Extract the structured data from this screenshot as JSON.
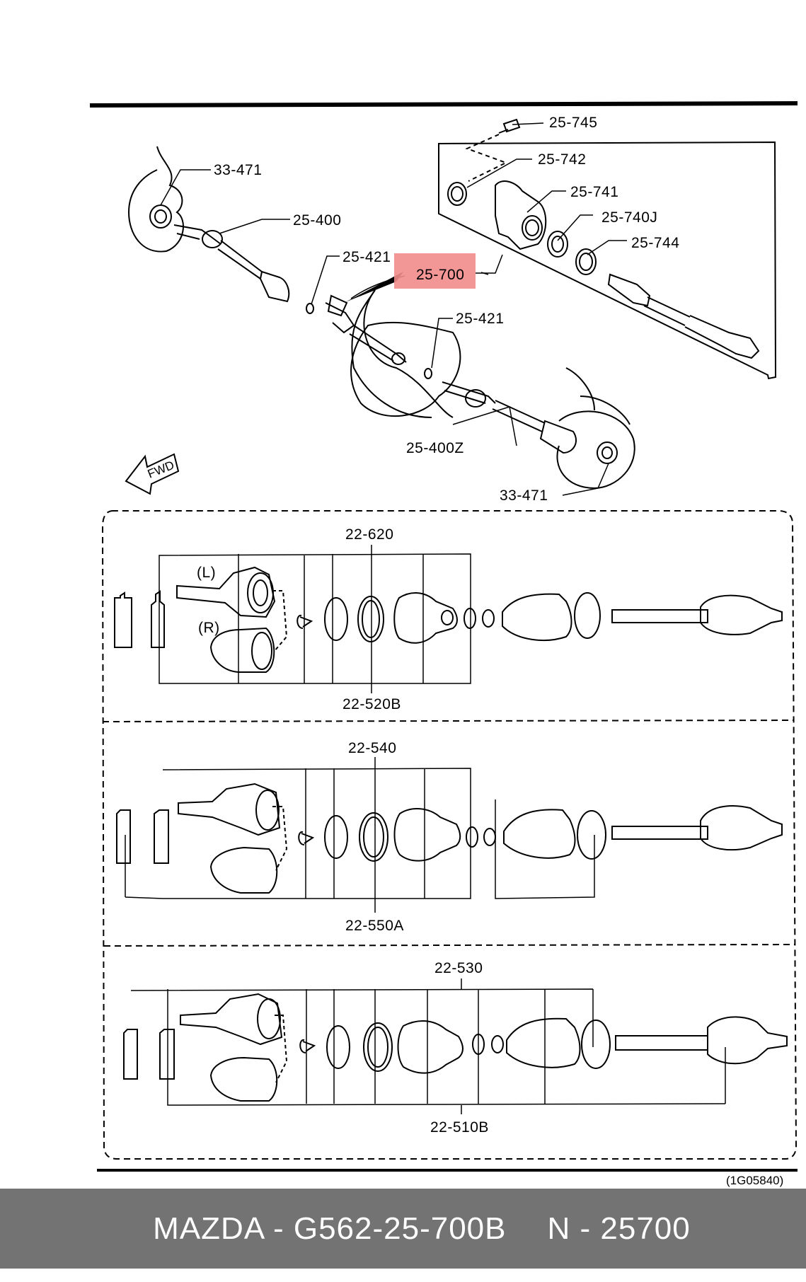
{
  "labels": {
    "p33_471_top": "33-471",
    "p25_400": "25-400",
    "p25_421_a": "25-421",
    "p25_700": "25-700",
    "p25_421_b": "25-421",
    "p25_400z": "25-400Z",
    "p33_471_bottom": "33-471",
    "p25_745": "25-745",
    "p25_742": "25-742",
    "p25_741": "25-741",
    "p25_740j": "25-740J",
    "p25_744": "25-744",
    "fwd": "FWD",
    "p22_620": "22-620",
    "p22_520b": "22-520B",
    "left_mark": "(L)",
    "right_mark": "(R)",
    "p22_540": "22-540",
    "p22_550a": "22-550A",
    "p22_530": "22-530",
    "p22_510b": "22-510B",
    "figure_code": "(1G05840)"
  },
  "highlight_color": "#f28b8b",
  "footer": {
    "brand_part": "MAZDA - G562-25-700B",
    "ref": "N - 25700"
  }
}
